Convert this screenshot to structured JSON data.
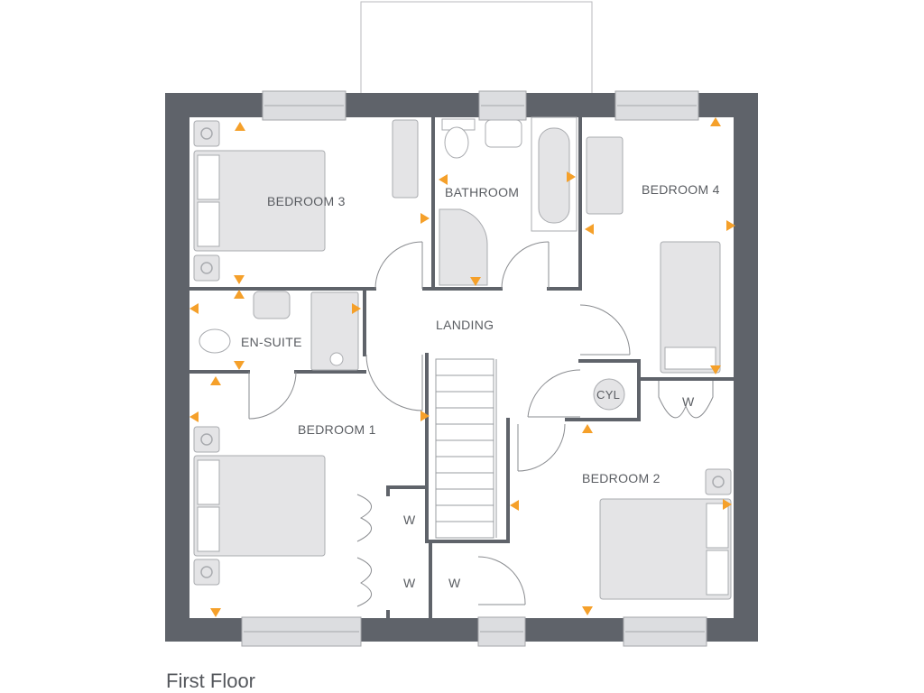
{
  "plan": {
    "caption": "First Floor",
    "colors": {
      "wall": "#5f636a",
      "fixture": "#e4e4e6",
      "fixture_stroke": "#a9abaf",
      "marker": "#f5a02a",
      "text": "#5a5d62"
    },
    "rooms": {
      "bedroom3": "BEDROOM 3",
      "bathroom": "BATHROOM",
      "bedroom4": "BEDROOM 4",
      "ensuite": "EN-SUITE",
      "landing": "LANDING",
      "bedroom1": "BEDROOM 1",
      "bedroom2": "BEDROOM 2",
      "cylinder": "CYL",
      "wardrobe_b1_top": "W",
      "wardrobe_b1_bottom": "W",
      "wardrobe_landing": "W",
      "wardrobe_b2": "W"
    }
  }
}
